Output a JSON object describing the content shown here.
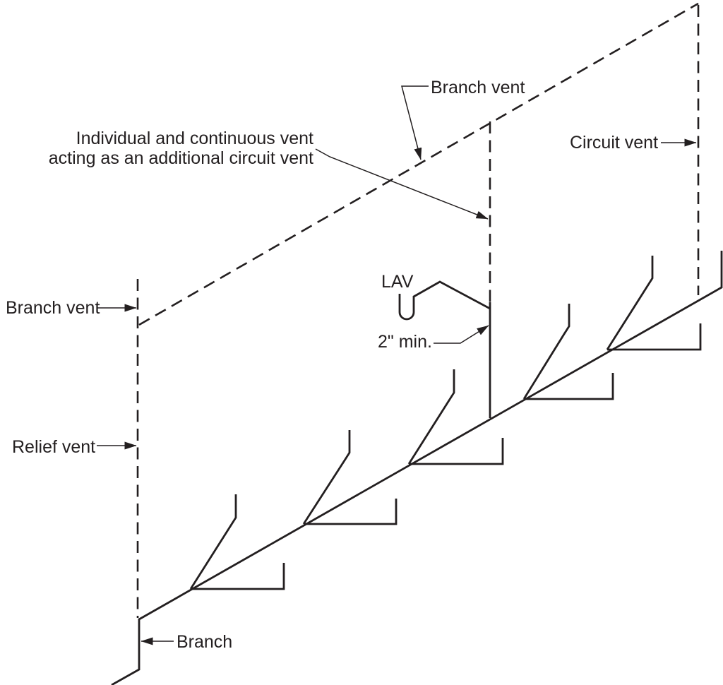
{
  "diagram": {
    "type": "plumbing-vent-isometric",
    "colors": {
      "line": "#231f20",
      "background": "#ffffff"
    },
    "labels": {
      "branch_vent_top": "Branch vent",
      "individual_vent_line1": "Individual and continuous vent",
      "individual_vent_line2": "acting as an additional circuit vent",
      "circuit_vent": "Circuit vent",
      "branch_vent_left": "Branch vent",
      "lav": "LAV",
      "min_size": "2\" min.",
      "relief_vent": "Relief vent",
      "branch": "Branch"
    }
  }
}
